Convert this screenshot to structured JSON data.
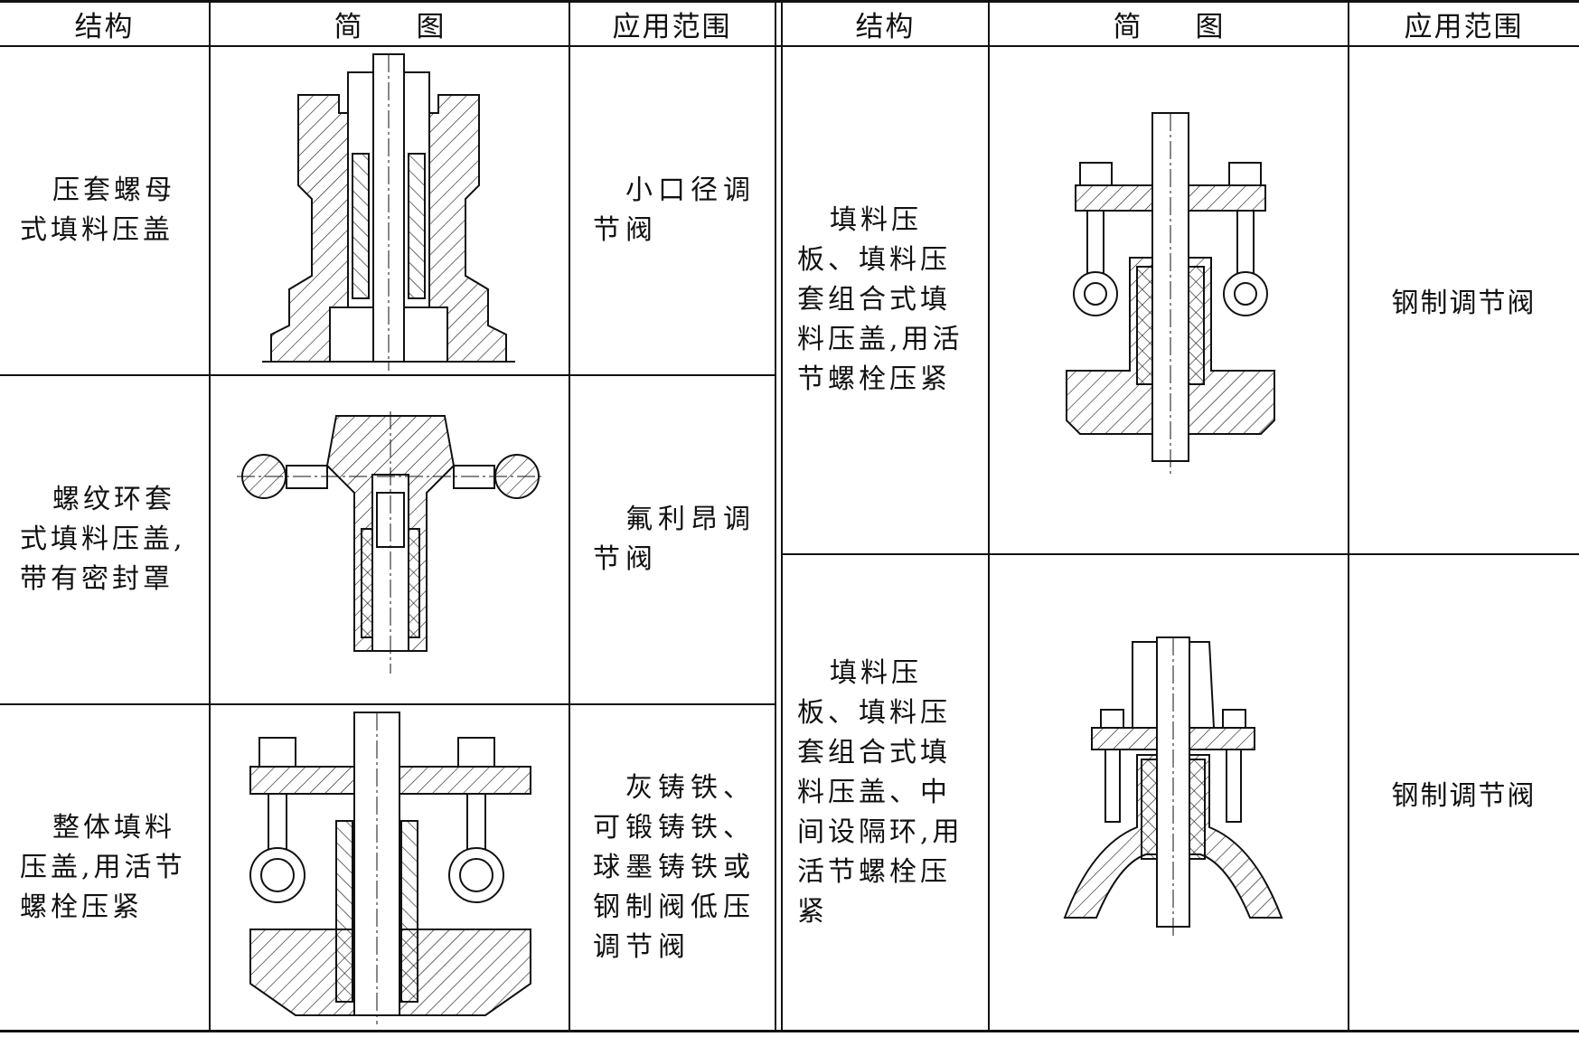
{
  "table": {
    "headers": {
      "structure": "结构",
      "sketch": "简图",
      "application": "应用范围"
    },
    "left_rows": [
      {
        "structure": "压套螺母式填料压盖",
        "application": "小口径调节阀"
      },
      {
        "structure": "螺纹环套式填料压盖,带有密封罩",
        "application": "氟利昂调节阀"
      },
      {
        "structure": "整体填料压盖,用活节螺栓压紧",
        "application": "灰铸铁、可锻铸铁、球墨铸铁或钢制阀低压调节阀"
      }
    ],
    "right_rows": [
      {
        "structure": "填料压板、填料压套组合式填料压盖,用活节螺栓压紧",
        "application": "钢制调节阀"
      },
      {
        "structure": "填料压板、填料压套组合式填料压盖、中间设隔环,用活节螺栓压紧",
        "application": "钢制调节阀"
      }
    ]
  }
}
